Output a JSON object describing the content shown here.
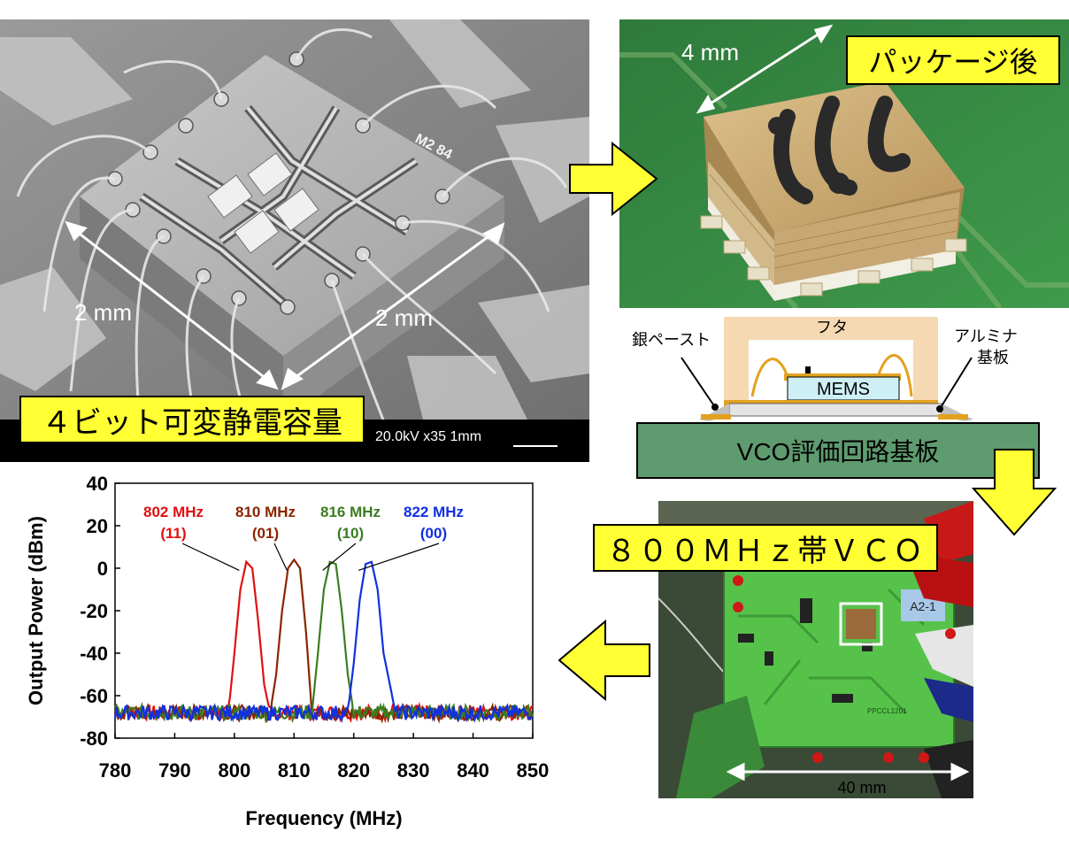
{
  "sem": {
    "label": "４ビット可変静電容量",
    "dim_left": "2 mm",
    "dim_right": "2 mm",
    "chip_mark": "M2 84",
    "scale_bar_text": "20.0kV  x35        1mm"
  },
  "package_photo": {
    "label": "パッケージ後",
    "dim": "4 mm"
  },
  "cross_section": {
    "lid": "フタ",
    "silver_paste": "銀ペースト",
    "alumina": "アルミナ\n基板",
    "mems": "MEMS",
    "board": "VCO評価回路基板"
  },
  "vco_photo": {
    "label": "８００ＭＨｚ帯ＶＣＯ",
    "dim": "40 mm",
    "tag": "A2-1",
    "board_print": "PPCCL1201"
  },
  "colors": {
    "label_bg": "#ffff33",
    "arrow_fill": "#ffff33",
    "board_green": "#5e9b6f",
    "lid_tan": "#f5d9b3",
    "gold_wire": "#e3a11f",
    "mems_blue": "#cdeff5"
  },
  "chart_data": {
    "type": "line",
    "xlabel": "Frequency (MHz)",
    "ylabel": "Output Power (dBm)",
    "xlim": [
      780,
      850
    ],
    "ylim": [
      -80,
      40
    ],
    "xticks": [
      780,
      790,
      800,
      810,
      820,
      830,
      840,
      850
    ],
    "yticks": [
      40,
      20,
      0,
      -20,
      -40,
      -60,
      -80
    ],
    "noise_floor": -68,
    "grid": false,
    "series": [
      {
        "name": "802 MHz",
        "code": "(11)",
        "color": "#e01010",
        "peak_x": 802,
        "peak_y": 4,
        "x": [
          780,
          799,
          800,
          801,
          802,
          803,
          804,
          805,
          806,
          850
        ],
        "y": [
          -68,
          -68,
          -40,
          -10,
          3,
          0,
          -25,
          -55,
          -68,
          -68
        ]
      },
      {
        "name": "810 MHz",
        "code": "(01)",
        "color": "#8b2500",
        "peak_x": 810,
        "peak_y": 4,
        "x": [
          780,
          806,
          807,
          808,
          809,
          810,
          811,
          812,
          813,
          850
        ],
        "y": [
          -68,
          -68,
          -50,
          -20,
          0,
          4,
          0,
          -30,
          -68,
          -68
        ]
      },
      {
        "name": "816 MHz",
        "code": "(10)",
        "color": "#3a7d20",
        "peak_x": 816,
        "peak_y": 4,
        "x": [
          780,
          813,
          814,
          815,
          816,
          817,
          818,
          819,
          820,
          850
        ],
        "y": [
          -68,
          -68,
          -40,
          -10,
          3,
          2,
          -20,
          -50,
          -68,
          -68
        ]
      },
      {
        "name": "822 MHz",
        "code": "(00)",
        "color": "#1030e0",
        "peak_x": 822,
        "peak_y": 4,
        "x": [
          780,
          819,
          820,
          821,
          822,
          823,
          824,
          825,
          827,
          850
        ],
        "y": [
          -68,
          -68,
          -45,
          -15,
          2,
          3,
          -10,
          -40,
          -68,
          -68
        ]
      }
    ]
  }
}
